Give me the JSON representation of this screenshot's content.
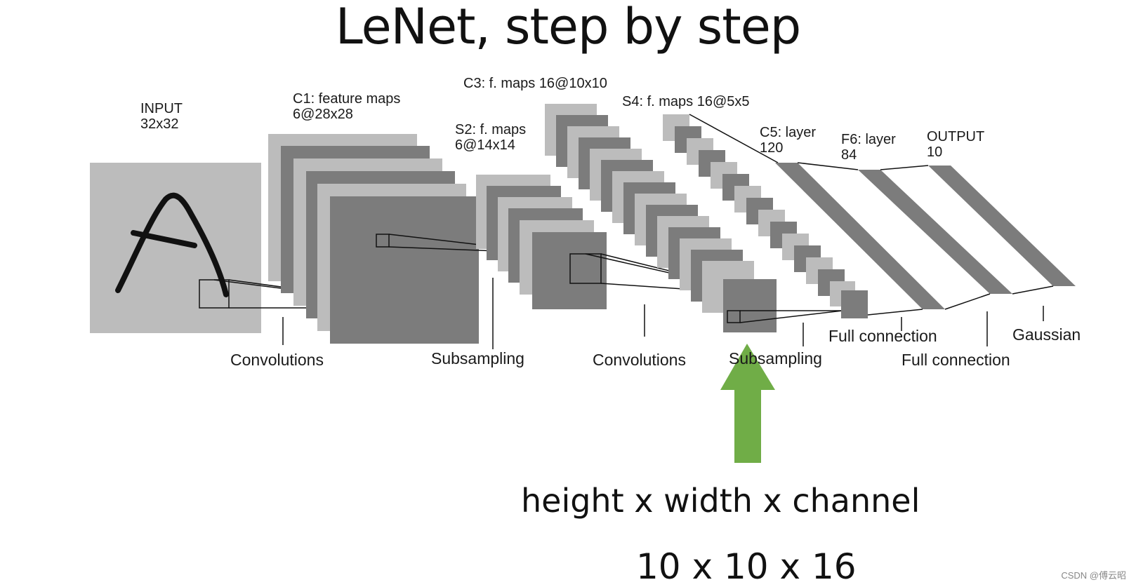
{
  "title": "LeNet, step by step",
  "layers": {
    "input": {
      "name": "INPUT",
      "size": "32x32"
    },
    "c1": {
      "name": "C1: feature maps",
      "size": "6@28x28"
    },
    "s2": {
      "name": "S2: f. maps",
      "size": "6@14x14"
    },
    "c3": {
      "name": "C3: f. maps 16@10x10"
    },
    "s4": {
      "name": "S4: f. maps 16@5x5"
    },
    "c5": {
      "name": "C5: layer",
      "size": "120"
    },
    "f6": {
      "name": "F6: layer",
      "size": "84"
    },
    "output": {
      "name": "OUTPUT",
      "size": "10"
    }
  },
  "operations": [
    "Convolutions",
    "Subsampling",
    "Convolutions",
    "Subsampling",
    "Full connection",
    "Full connection",
    "Gaussian"
  ],
  "caption": {
    "line1": "height x width x channel",
    "line2": "10 x 10 x 16"
  },
  "watermark": "CSDN @傅云昭",
  "colors": {
    "light_gray": "#bcbcbc",
    "dark_gray": "#7c7c7c",
    "arrow_green": "#70ad47",
    "stroke": "#111111"
  }
}
